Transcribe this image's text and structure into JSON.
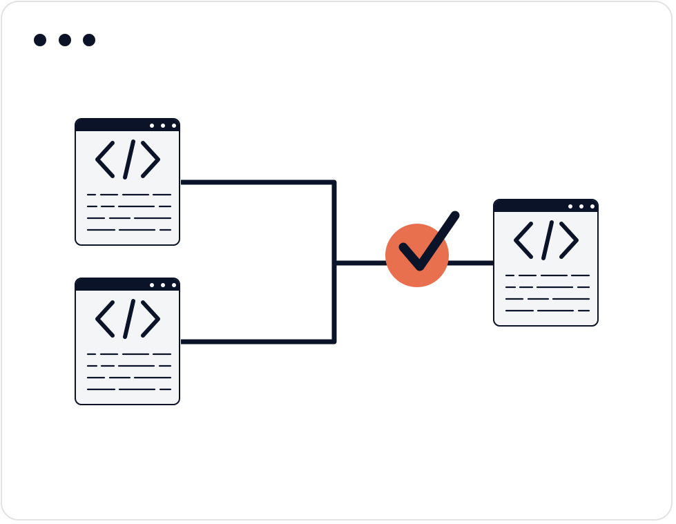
{
  "colors": {
    "ink": "#0b1328",
    "window_bg": "#f4f5f7",
    "badge": "#e8704f",
    "frame_border": "#e2e2e2"
  },
  "icons": {
    "window_controls": "three-dots",
    "code": "code-brackets-icon",
    "merge": "check-icon"
  },
  "diagram": {
    "description_nodes": [
      "source-file-1",
      "source-file-2",
      "merged-file"
    ]
  }
}
